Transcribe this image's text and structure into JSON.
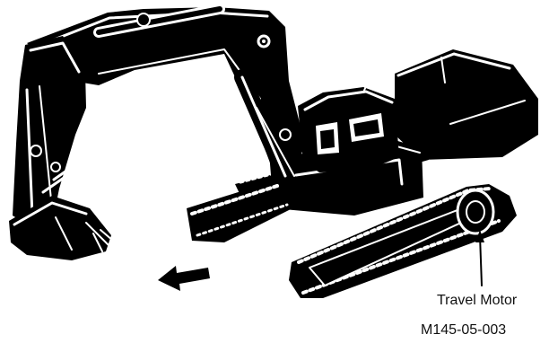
{
  "figure": {
    "callout_label": "Travel Motor",
    "figure_code": "M145-05-003",
    "subject_icon": "hydraulic-excavator",
    "direction_icon": "travel-direction-arrow-icon",
    "ink_color": "#000000",
    "paper_color": "#ffffff"
  }
}
